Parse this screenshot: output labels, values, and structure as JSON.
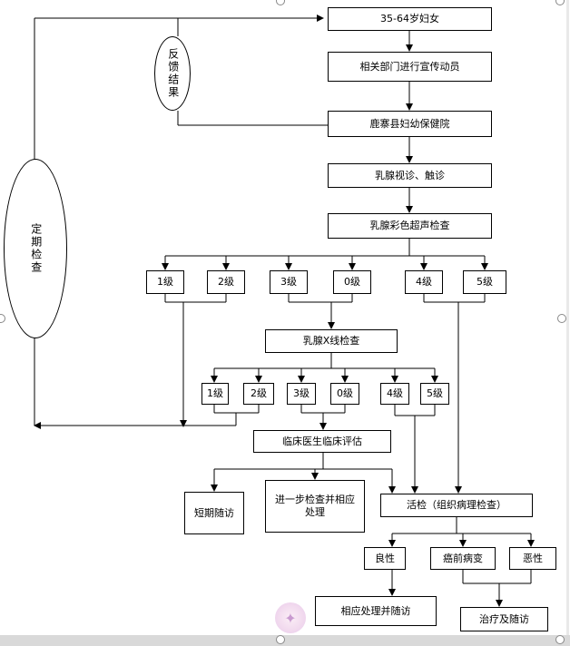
{
  "nodes": {
    "women": "35-64岁妇女",
    "publicity": "相关部门进行宣传动员",
    "hospital": "鹿寨县妇幼保健院",
    "palpation": "乳腺视诊、触诊",
    "ultrasound": "乳腺彩色超声检查",
    "us_grades": [
      "1级",
      "2级",
      "3级",
      "0级",
      "4级",
      "5级"
    ],
    "xray": "乳腺X线检查",
    "xr_grades": [
      "1级",
      "2级",
      "3级",
      "0级",
      "4级",
      "5级"
    ],
    "clinical": "临床医生临床评估",
    "followup_short": "短期随访",
    "further_check": "进一步检查并相应处理",
    "biopsy": "活检（组织病理检查）",
    "benign": "良性",
    "precancer": "癌前病变",
    "malignant": "恶性",
    "benign_action": "相应处理并随访",
    "treatment": "治疗及随访"
  },
  "ovals": {
    "feedback": "反馈结果",
    "regular": "定期检查"
  },
  "colors": {
    "line": "#000000",
    "background": "#ffffff",
    "frame": "#d9d9d9"
  }
}
